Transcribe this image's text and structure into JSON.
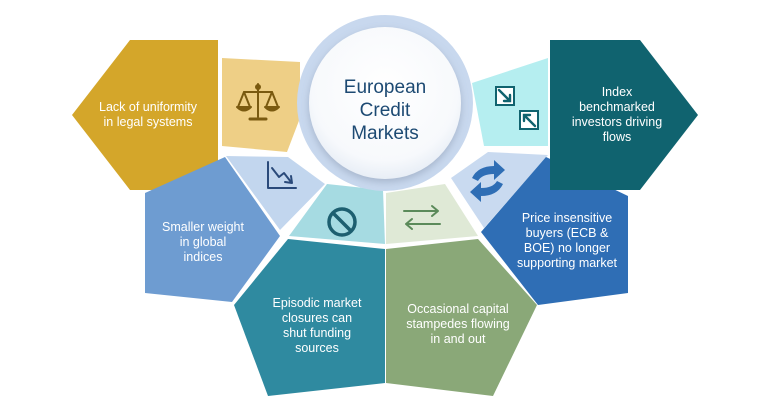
{
  "center": {
    "title": "European\nCredit\nMarkets"
  },
  "items": [
    {
      "id": "legal",
      "text": "Lack of uniformity\nin legal systems",
      "color": "#d4a62a",
      "icon": "scales-icon"
    },
    {
      "id": "weight",
      "text": "Smaller weight\nin global\nindices",
      "color": "#6e9cd1",
      "icon": "declining-chart-icon"
    },
    {
      "id": "closures",
      "text": "Episodic market\nclosures can\nshut funding\nsources",
      "color": "#2f8aa0",
      "icon": "prohibited-icon"
    },
    {
      "id": "stampedes",
      "text": "Occasional capital\nstampedes flowing\nin and out",
      "color": "#8aa878",
      "icon": "two-way-arrows-icon"
    },
    {
      "id": "buyers",
      "text": "Price insensitive\nbuyers (ECB &\nBOE) no longer\nsupporting market",
      "color": "#2f6eb5",
      "icon": "rotate-arrows-icon"
    },
    {
      "id": "index",
      "text": "Index\nbenchmarked\ninvestors driving\nflows",
      "color": "#10636f",
      "icon": "converging-arrows-icon"
    }
  ],
  "colors": {
    "legal_light": "#eecf86",
    "weight_light": "#c2d6ee",
    "closures_light": "#a6dbe2",
    "stampedes_light": "#dfe9d6",
    "buyers_light": "#c9daf0",
    "index_light": "#b5eef0",
    "circle_ring": "#c8d8ee",
    "circle_fill": "#ffffff"
  }
}
